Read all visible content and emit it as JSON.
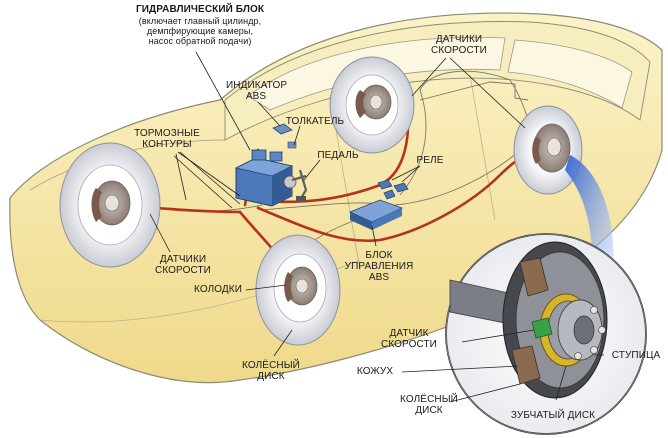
{
  "labels": {
    "hydraulic_block_title": "ГИДРАВЛИЧЕСКИЙ БЛОК",
    "hydraulic_block_desc": "(включает главный цилиндр,\nдемпфирующие камеры,\nнасос обратной подачи)",
    "abs_indicator": "ИНДИКАТОР\nABS",
    "pusher": "ТОЛКАТЕЛЬ",
    "pedal": "ПЕДАЛЬ",
    "brake_circuits": "ТОРМОЗНЫЕ\nКОНТУРЫ",
    "relay": "РЕЛЕ",
    "speed_sensors_top": "ДАТЧИКИ\nСКОРОСТИ",
    "speed_sensors_left": "ДАТЧИКИ\nСКОРОСТИ",
    "abs_control_unit": "БЛОК\nУПРАВЛЕНИЯ\nABS",
    "pads": "КОЛОДКИ",
    "wheel_disc_front": "КОЛЁСНЫЙ\nДИСК",
    "speed_sensor_detail": "ДАТЧИК\nСКОРОСТИ",
    "hub": "СТУПИЦА",
    "cover": "КОЖУХ",
    "wheel_disc_detail": "КОЛЁСНЫЙ\nДИСК",
    "toothed_disc": "ЗУБЧАТЫЙ ДИСК"
  },
  "colors": {
    "car_body": "#f4e7a8",
    "brake_line": "#b5321e",
    "tire": "#eceef2",
    "caliper": "#7a5a4a",
    "abs_module": "#4a78b8",
    "sensor_beam": "#3f6fd0"
  }
}
